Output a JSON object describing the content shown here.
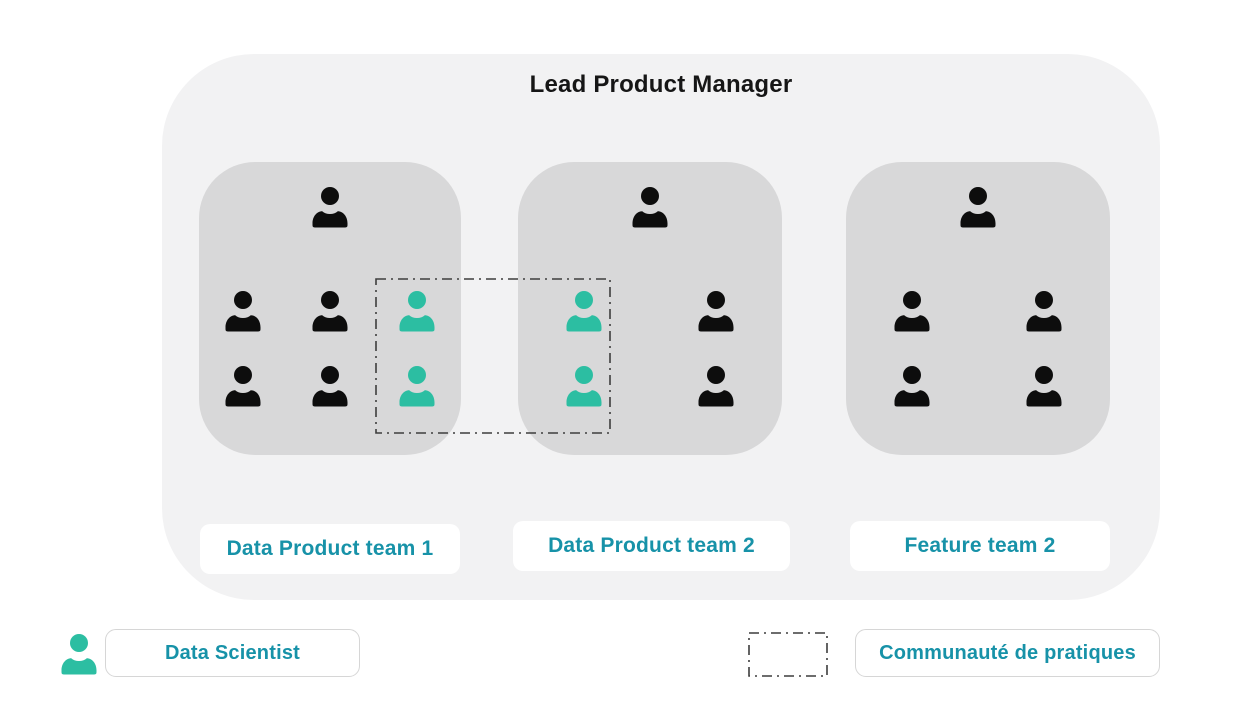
{
  "diagram": {
    "title": "Lead Product Manager",
    "teams": [
      {
        "label": "Data Product team 1",
        "rows": [
          [
            "member"
          ],
          [
            "member",
            "member",
            "data_scientist"
          ],
          [
            "member",
            "member",
            "data_scientist"
          ]
        ]
      },
      {
        "label": "Data Product team 2",
        "rows": [
          [
            "member"
          ],
          [
            "data_scientist",
            "member"
          ],
          [
            "data_scientist",
            "member"
          ]
        ]
      },
      {
        "label": "Feature team 2",
        "rows": [
          [
            "member"
          ],
          [
            "member",
            "member"
          ],
          [
            "member",
            "member"
          ]
        ]
      }
    ]
  },
  "legend": {
    "items": [
      {
        "label": "Data Scientist"
      },
      {
        "label": "Communauté de pratiques"
      }
    ]
  },
  "colors": {
    "data_scientist_teal": "#2CBEA2",
    "member_black": "#0D0D0D",
    "label_teal": "#1792A8",
    "outer_group_bg": "#F2F2F3",
    "team_box_bg": "#D8D8D9",
    "dash_stroke": "#3D3D3D"
  }
}
